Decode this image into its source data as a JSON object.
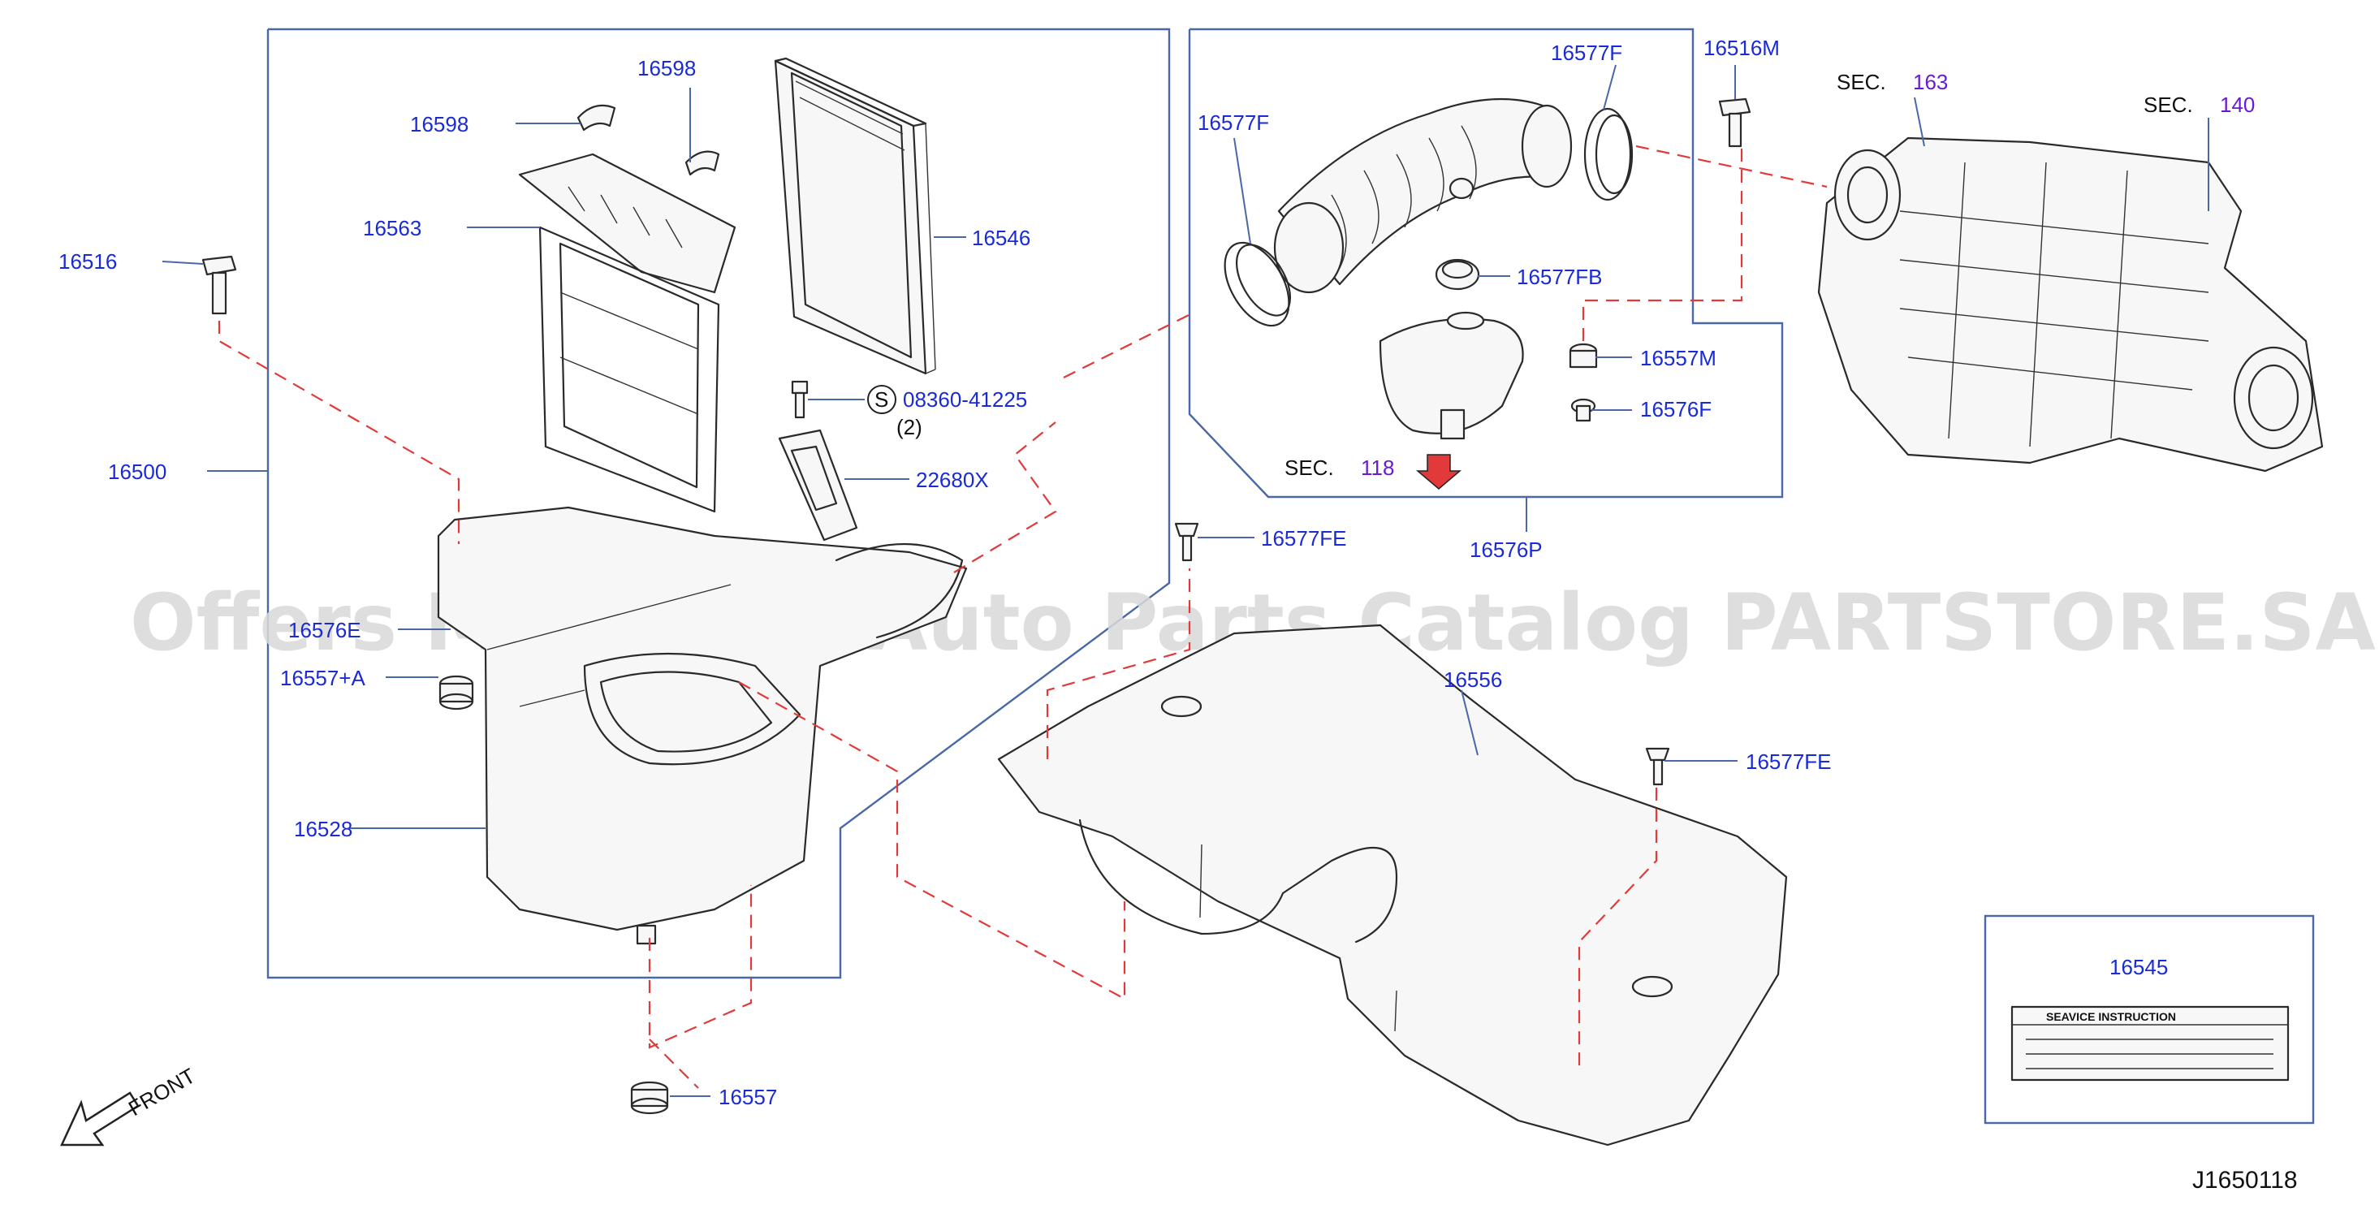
{
  "diagram": {
    "code": "J1650118",
    "watermark": "Offers Merchant Auto Parts Catalog PARTSTORE.SA",
    "front_label": "FRONT",
    "parts": {
      "p16598a": "16598",
      "p16598b": "16598",
      "p16563": "16563",
      "p16516": "16516",
      "p16546": "16546",
      "p08360_code": "08360-41225",
      "p08360_circle": "S",
      "p08360_qty": "(2)",
      "p22680x": "22680X",
      "p16500": "16500",
      "p16576e": "16576E",
      "p16557a": "16557+A",
      "p16528": "16528",
      "p16557": "16557",
      "p16577f_a": "16577F",
      "p16577f_b": "16577F",
      "p16577fb": "16577FB",
      "p16557m": "16557M",
      "p16576f": "16576F",
      "p16576p": "16576P",
      "p16516m": "16516M",
      "p16577fe_a": "16577FE",
      "p16577fe_b": "16577FE",
      "p16556": "16556",
      "p16545": "16545",
      "sec_prefix_118": "SEC.",
      "sec_118": "118",
      "sec_prefix_163": "SEC.",
      "sec_163": "163",
      "sec_prefix_140": "SEC.",
      "sec_140": "140"
    },
    "service_label": {
      "title": "SEAVICE INSTRUCTION"
    },
    "colors": {
      "label": "#1a2bd6",
      "section_ref": "#6a1bd1",
      "frame": "#4a68a8",
      "dashed_reference": "#e23a3a"
    }
  }
}
